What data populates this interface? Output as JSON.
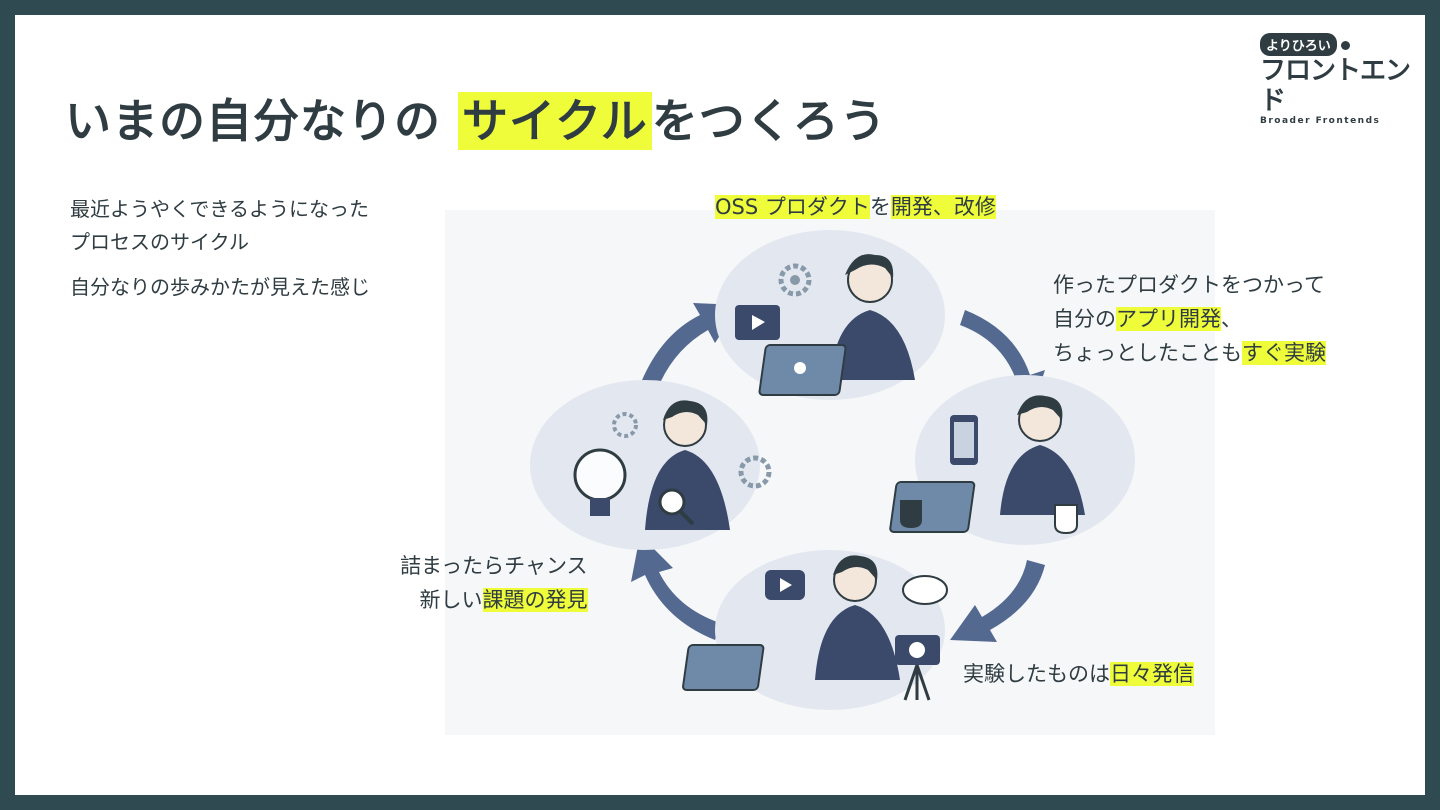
{
  "title": {
    "pre": "いまの自分なりの",
    "highlight": "サイクル",
    "post": "をつくろう"
  },
  "logo": {
    "line1": "よりひろい",
    "line2": "フロントエンド",
    "line3": "Broader Frontends"
  },
  "intro": {
    "line1": "最近ようやくできるようになった",
    "line2": "プロセスのサイクル",
    "line3": "自分なりの歩みかたが見えた感じ"
  },
  "steps": {
    "top": {
      "hl1": "OSS プロダクト",
      "mid": "を",
      "hl2": "開発、改修"
    },
    "right": {
      "line1": "作ったプロダクトをつかって",
      "line2_pre": "自分の",
      "line2_hl": "アプリ開発",
      "line2_post": "、",
      "line3_pre": "ちょっとしたことも",
      "line3_hl": "すぐ実験"
    },
    "bottom": {
      "pre": "実験したものは",
      "hl": "日々発信"
    },
    "left": {
      "line1": "詰まったらチャンス",
      "line2_pre": "新しい",
      "line2_hl": "課題の発見"
    }
  },
  "colors": {
    "frame": "#2f4a50",
    "highlight": "#eefc3a",
    "text": "#2f3c42",
    "arrow": "#54698f"
  }
}
